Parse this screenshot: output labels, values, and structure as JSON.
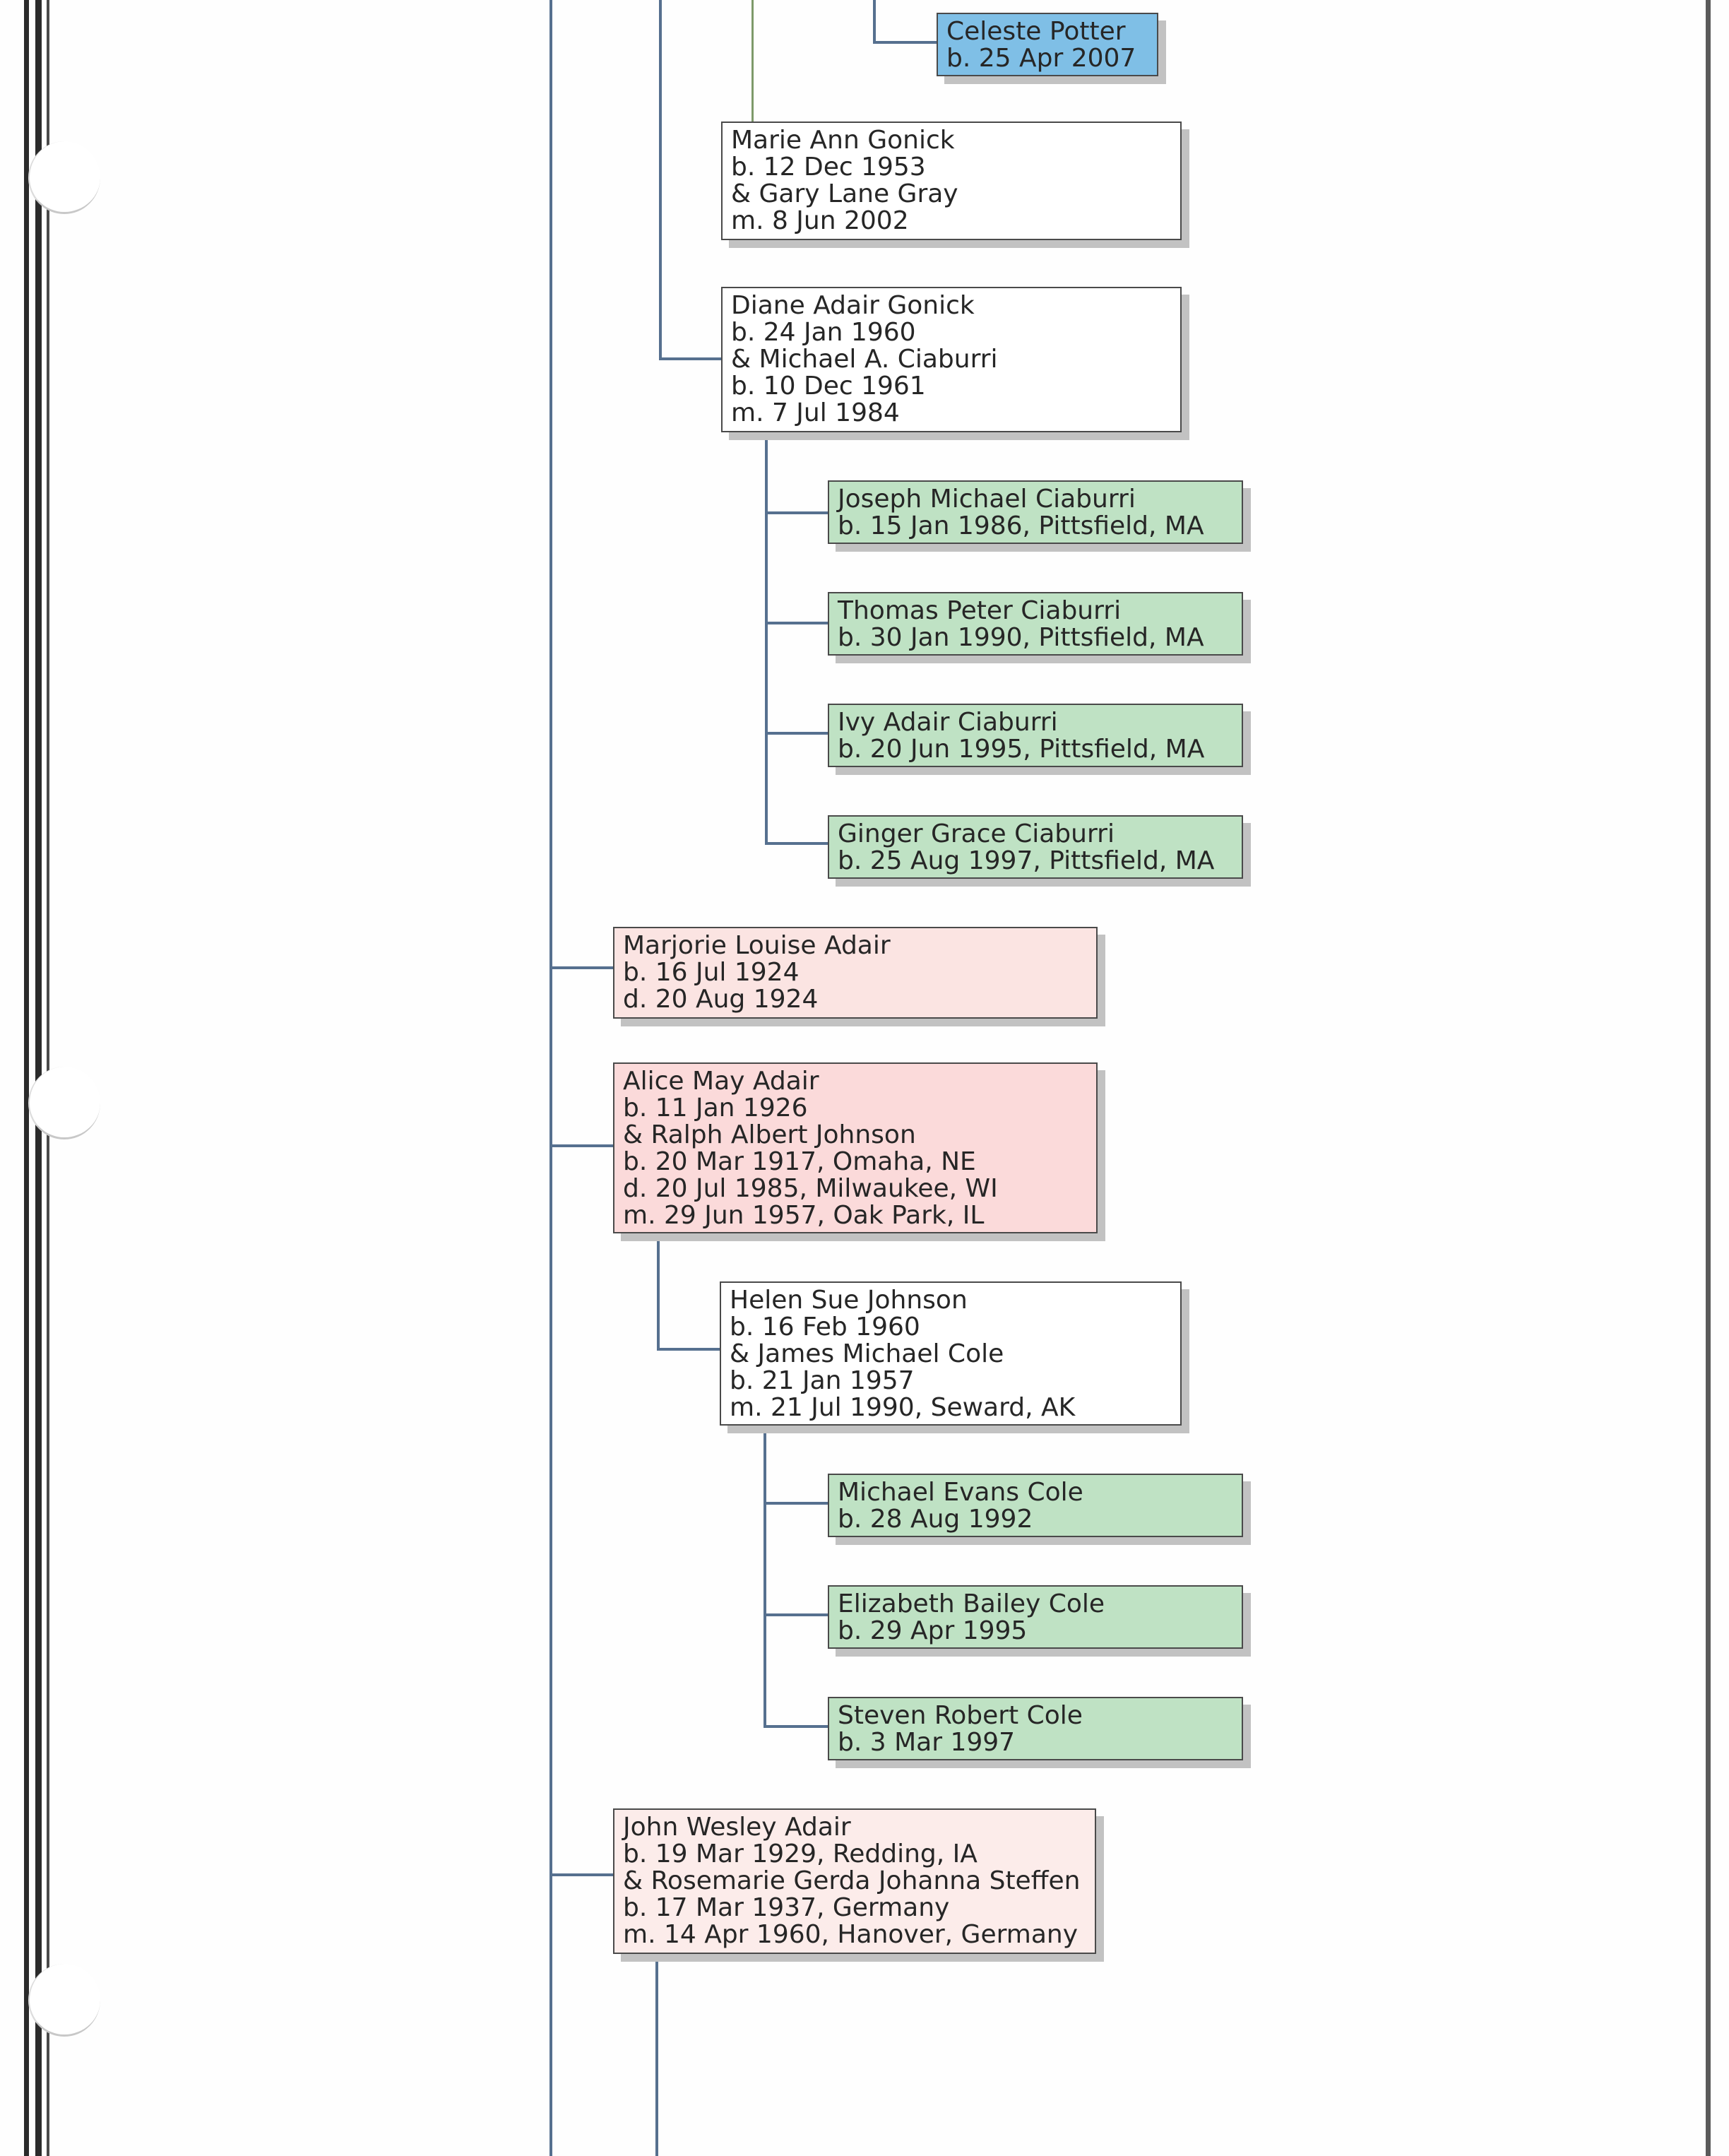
{
  "people": {
    "celeste": [
      "Celeste Potter",
      "b. 25 Apr 2007"
    ],
    "marie_ann": [
      "Marie Ann Gonick",
      "b. 12 Dec 1953",
      "& Gary Lane Gray",
      "m. 8 Jun 2002"
    ],
    "diane": [
      "Diane Adair Gonick",
      "b. 24 Jan 1960",
      "& Michael A. Ciaburri",
      "b. 10 Dec 1961",
      "m. 7 Jul 1984"
    ],
    "joseph": [
      "Joseph Michael Ciaburri",
      "b. 15 Jan 1986, Pittsfield, MA"
    ],
    "thomas": [
      "Thomas Peter Ciaburri",
      "b. 30 Jan 1990, Pittsfield, MA"
    ],
    "ivy": [
      "Ivy Adair Ciaburri",
      "b. 20 Jun 1995, Pittsfield, MA"
    ],
    "ginger": [
      "Ginger Grace Ciaburri",
      "b. 25 Aug 1997, Pittsfield, MA"
    ],
    "marjorie": [
      "Marjorie Louise Adair",
      "b. 16 Jul 1924",
      "d. 20 Aug 1924"
    ],
    "alice": [
      "Alice May Adair",
      "b. 11 Jan 1926",
      "& Ralph Albert Johnson",
      "b. 20 Mar 1917, Omaha, NE",
      "d. 20 Jul 1985, Milwaukee, WI",
      "m. 29 Jun 1957, Oak Park, IL"
    ],
    "helen": [
      "Helen Sue Johnson",
      "b. 16 Feb 1960",
      "& James Michael Cole",
      "b. 21 Jan 1957",
      "m. 21 Jul 1990, Seward, AK"
    ],
    "michael": [
      "Michael Evans Cole",
      "b. 28 Aug 1992"
    ],
    "elizabeth": [
      "Elizabeth Bailey Cole",
      "b. 29 Apr 1995"
    ],
    "steven": [
      "Steven Robert Cole",
      "b. 3 Mar 1997"
    ],
    "john": [
      "John Wesley Adair",
      "b. 19 Mar 1929, Redding, IA",
      "& Rosemarie Gerda Johanna Steffen",
      "b. 17 Mar 1937, Germany",
      "m. 14 Apr 1960, Hanover, Germany"
    ]
  },
  "colors": {
    "descendant_blue": "#7fbfe6",
    "descendant_green": "#bfe2c4",
    "descendant_pink": "#fbe4e2",
    "descendant_white": "#ffffff",
    "connector": "#56708f"
  }
}
